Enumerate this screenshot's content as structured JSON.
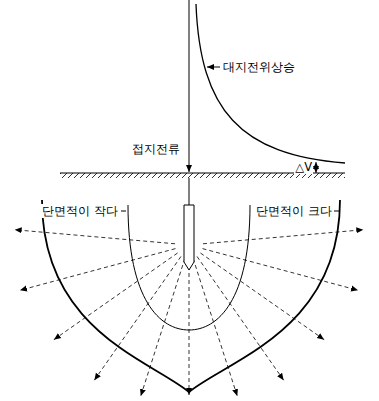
{
  "diagram": {
    "labels": [
      "대지전위상승",
      "접지전류",
      "단면적이 작다",
      "단면적이 크다",
      "△V"
    ]
  }
}
